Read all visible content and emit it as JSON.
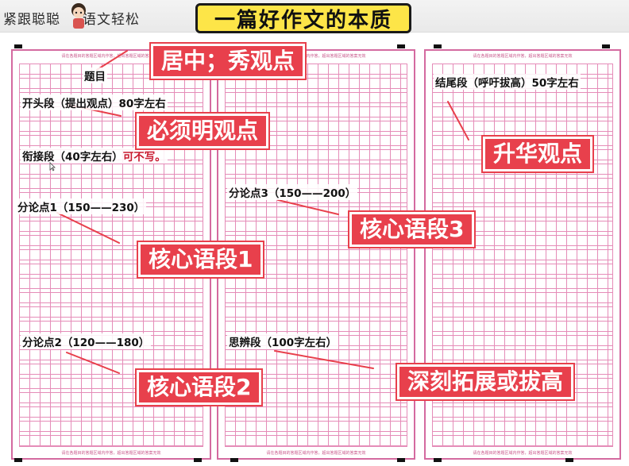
{
  "brand": {
    "left": "紧跟聪聪",
    "right": "语文轻松"
  },
  "title": "一篇好作文的本质",
  "sheet_header": "请在各题目的答题区域内作答，超出答题区域的答案无效",
  "sheet_footer": "请在各题目的答题区域内作答，超出答题区域的答案无效",
  "labels": {
    "topic": "题目",
    "opening": "开头段（提出观点）80字左右",
    "transition": "衔接段（40字左右）",
    "transition_note": "可不写。",
    "point1": "分论点1（150——230）",
    "point2": "分论点2（120——180）",
    "point3": "分论点3（150——200）",
    "reflection": "思辨段（100字左右）",
    "ending": "结尾段（呼吁拔高）50字左右"
  },
  "tags": {
    "center": "居中；秀观点",
    "clear": "必须明观点",
    "core1": "核心语段1",
    "core2": "核心语段2",
    "core3": "核心语段3",
    "deepen": "深刻拓展或拔高",
    "elevate": "升华观点"
  },
  "colors": {
    "tag_bg": "#e8404c",
    "title_bg": "#fde548",
    "grid_line": "#e58cb8",
    "accent_text": "#c8192e"
  }
}
